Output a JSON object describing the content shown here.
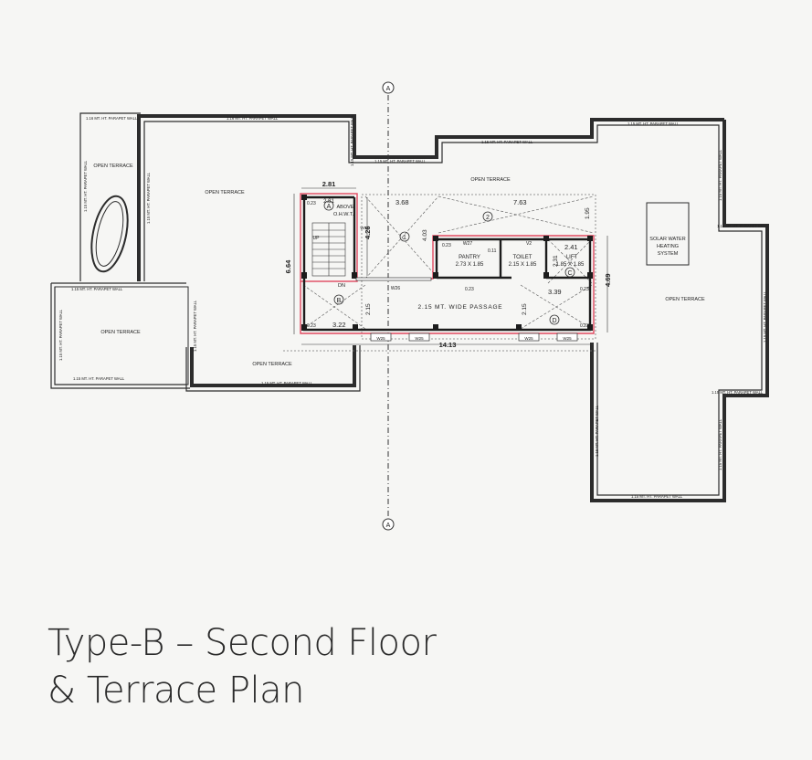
{
  "title": {
    "line1": "Type-B – Second Floor",
    "line2": "& Terrace Plan"
  },
  "colors": {
    "wall": "#2c2c2c",
    "red_outline": "#e0485f",
    "background": "#f6f6f4",
    "title": "#2b2b2b"
  },
  "plan": {
    "section_marker": "A",
    "parapet_label": "1.15 MT. HT. PARAPET WALL",
    "parapet_label_top": "1.16 MT. HT. PARAPET WALL",
    "parapet_label_alt": "1.16 MT. HT. PARAPET WALL",
    "open_terrace": "OPEN TERRACE",
    "solar_label": [
      "SOLAR WATER",
      "HEATING",
      "SYSTEM"
    ],
    "rooms": {
      "pantry_name": "PANTRY",
      "pantry_size": "2.73 X 1.85",
      "toilet_name": "TOILET",
      "toilet_size": "2.15 X 1.85",
      "lift_name": "LIFT",
      "lift_size": "1.85 X 1.85",
      "passage": "2.15 MT. WIDE PASSAGE",
      "above": "ABOVE",
      "ohwt": "O.H.W.T.",
      "up": "UP",
      "dn": "DN"
    },
    "markers": [
      "A",
      "B",
      "C",
      "D",
      "1",
      "2"
    ],
    "dims": {
      "d281": "2.81",
      "d664": "6.64",
      "d426": "4.26",
      "d368": "3.68",
      "d763": "7.63",
      "d195": "1.95",
      "d403": "4.03",
      "d241": "2.41",
      "d231": "2.31",
      "d469": "4.69",
      "d215": "2.15",
      "d339": "3.39",
      "d322": "3.22",
      "d1413": "14.13",
      "d023": "0.23",
      "d011": "0.11"
    },
    "windows": {
      "w27": "W27",
      "v2": "V2",
      "w26": "W26",
      "w25": "W25",
      "w08": "W08"
    }
  }
}
